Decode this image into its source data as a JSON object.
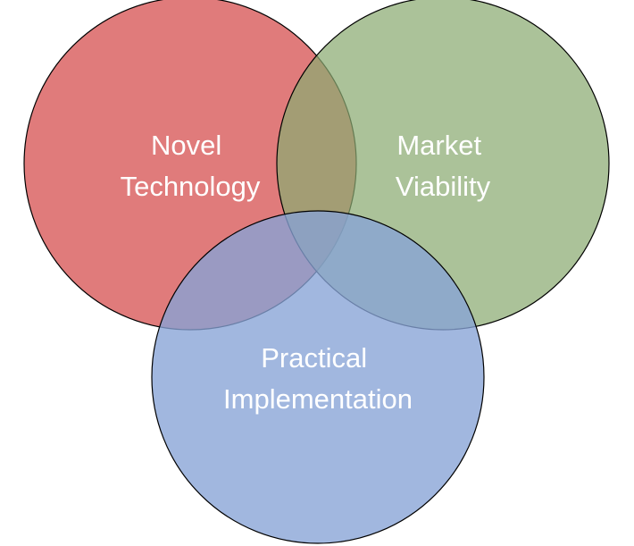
{
  "diagram": {
    "type": "venn",
    "sets": [
      {
        "id": "technology",
        "lines": [
          "Novel",
          "Technology"
        ],
        "fill": "#e07b7b",
        "opacity": 1.0
      },
      {
        "id": "market",
        "lines": [
          "Market",
          "Viability"
        ],
        "fill": "#8baa72",
        "opacity": 0.72
      },
      {
        "id": "implementation",
        "lines": [
          "Practical",
          "Implementation"
        ],
        "fill": "#86a3d6",
        "opacity": 0.78
      }
    ],
    "text_color": "#ffffff",
    "outline_color": "#000000"
  }
}
